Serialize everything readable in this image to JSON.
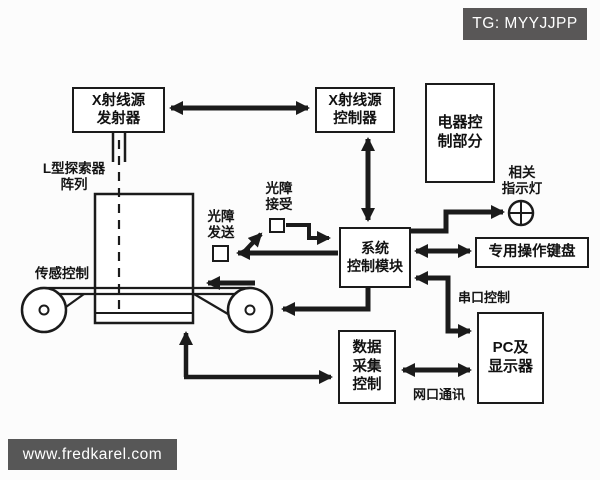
{
  "badge": {
    "text": "TG: MYYJJPP"
  },
  "watermark": {
    "text": "www.fredkarel.com"
  },
  "colors": {
    "line": "#1b1b1b",
    "box_background": "#ffffff",
    "page_background": "#fcfcfc",
    "badge_background": "#595757",
    "watermark_background": "#575757",
    "stamp_text": "#ffffff"
  },
  "diagram": {
    "nodes": {
      "xray_emitter": "X射线源\n发射器",
      "xray_controller": "X射线源\n控制器",
      "electric_control": "电器控\n制部分",
      "system_control": "系统\n控制模块",
      "keyboard": "专用操作键盘",
      "data_acquisition": "数据\n采集\n控制",
      "pc_display": "PC及\n显示器"
    },
    "labels": {
      "detector_array": "L型探索器\n阵列",
      "light_barrier_receive": "光障\n接受",
      "light_barrier_send": "光障\n发送",
      "sensor_control": "传感控制",
      "serial_control": "串口控制",
      "network_comm": "网口通讯",
      "indicator_light": "相关\n指示灯"
    }
  }
}
